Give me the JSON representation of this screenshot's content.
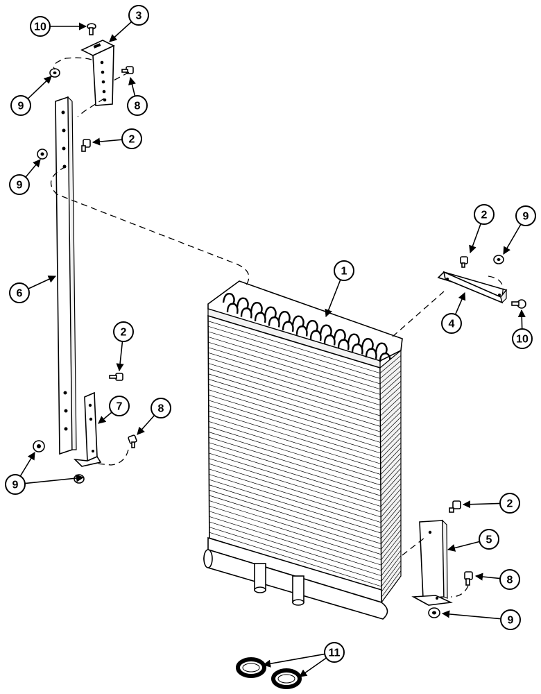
{
  "diagram": {
    "callouts": [
      {
        "id": "c10a",
        "label": "10"
      },
      {
        "id": "c3",
        "label": "3"
      },
      {
        "id": "c9a",
        "label": "9"
      },
      {
        "id": "c8a",
        "label": "8"
      },
      {
        "id": "c2a",
        "label": "2"
      },
      {
        "id": "c9b",
        "label": "9"
      },
      {
        "id": "c6",
        "label": "6"
      },
      {
        "id": "c2b",
        "label": "2"
      },
      {
        "id": "c7",
        "label": "7"
      },
      {
        "id": "c8b",
        "label": "8"
      },
      {
        "id": "c9c",
        "label": "9"
      },
      {
        "id": "c1",
        "label": "1"
      },
      {
        "id": "c2c",
        "label": "2"
      },
      {
        "id": "c9d",
        "label": "9"
      },
      {
        "id": "c4",
        "label": "4"
      },
      {
        "id": "c10b",
        "label": "10"
      },
      {
        "id": "c2d",
        "label": "2"
      },
      {
        "id": "c5",
        "label": "5"
      },
      {
        "id": "c8c",
        "label": "8"
      },
      {
        "id": "c9e",
        "label": "9"
      },
      {
        "id": "c11",
        "label": "11"
      }
    ]
  }
}
